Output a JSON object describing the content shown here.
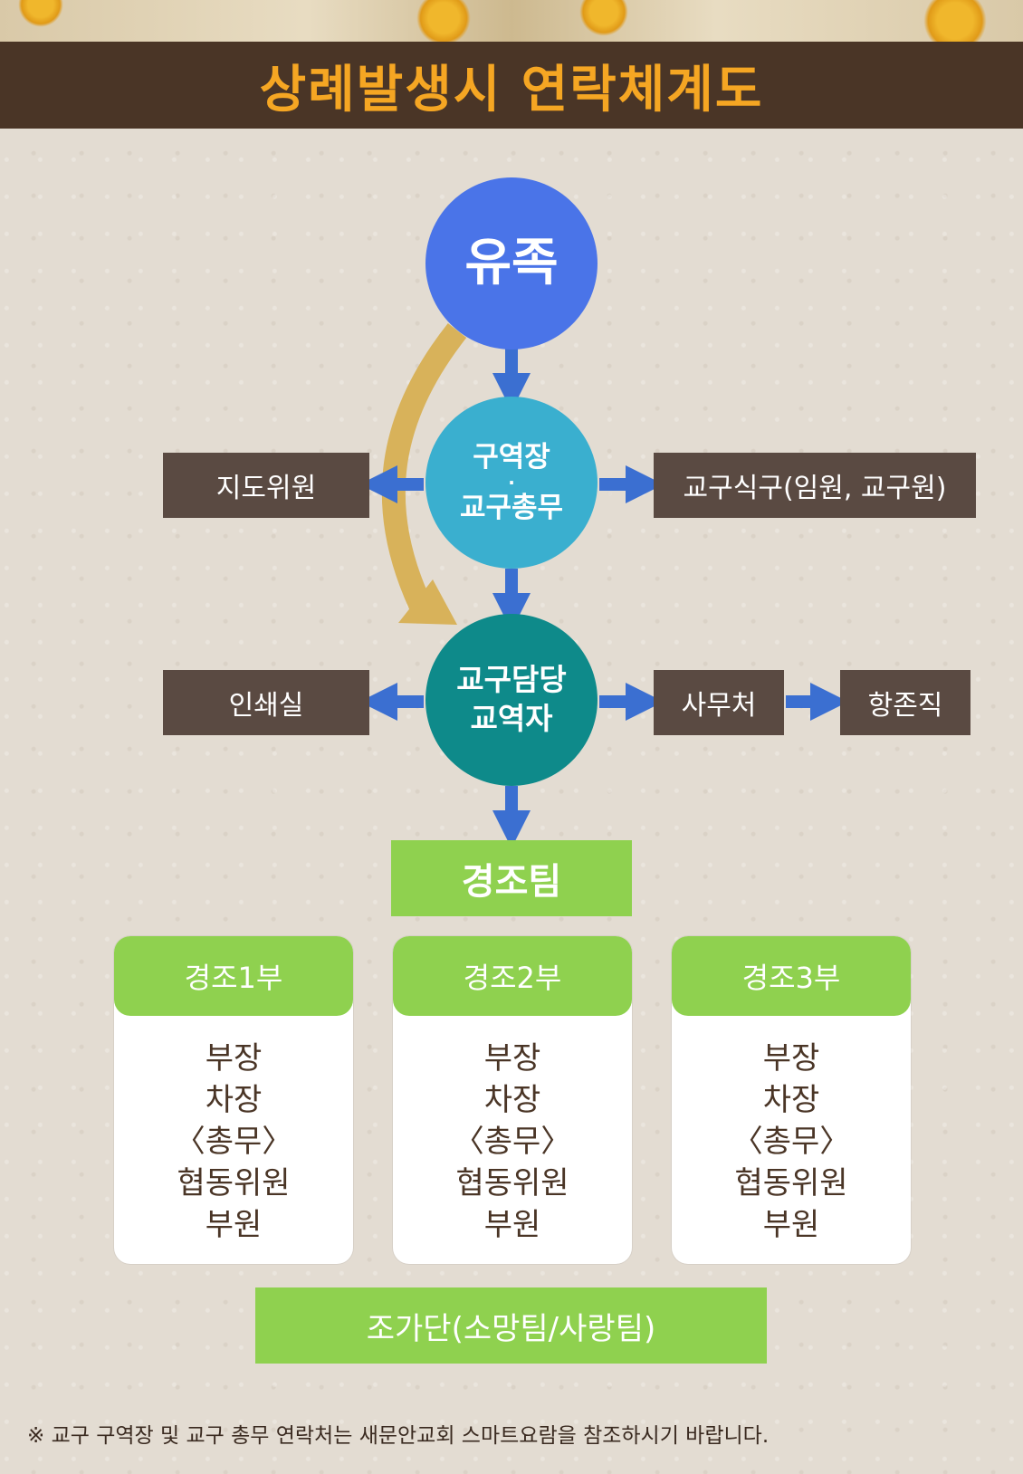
{
  "title": "상례발생시 연락체계도",
  "nodes": {
    "family": "유족",
    "leader_line1": "구역장",
    "leader_dot": "·",
    "leader_line2": "교구총무",
    "pastor_line1": "교구담당",
    "pastor_line2": "교역자"
  },
  "boxes": {
    "advisor": "지도위원",
    "members": "교구식구(임원, 교구원)",
    "printing": "인쇄실",
    "office": "사무처",
    "elder": "항존직"
  },
  "team": "경조팀",
  "divisions": [
    {
      "name": "경조1부",
      "roles": [
        "부장",
        "차장",
        "〈총무〉",
        "협동위원",
        "부원"
      ]
    },
    {
      "name": "경조2부",
      "roles": [
        "부장",
        "차장",
        "〈총무〉",
        "협동위원",
        "부원"
      ]
    },
    {
      "name": "경조3부",
      "roles": [
        "부장",
        "차장",
        "〈총무〉",
        "협동위원",
        "부원"
      ]
    }
  ],
  "choir": "조가단(소망팀/사랑팀)",
  "note": "※ 교구 구역장 및 교구 총무 연락처는 새문안교회 스마트요람을 참조하시기 바랍니다.",
  "colors": {
    "title_bar": "#4a3526",
    "title_text": "#f5a623",
    "family_circle": "#4a74e8",
    "leader_circle": "#3aafcf",
    "pastor_circle": "#0e8a8a",
    "box": "#5a4a42",
    "green": "#8fd14f",
    "arrow": "#3b6fd1",
    "curve_arrow": "#d8b25a"
  }
}
